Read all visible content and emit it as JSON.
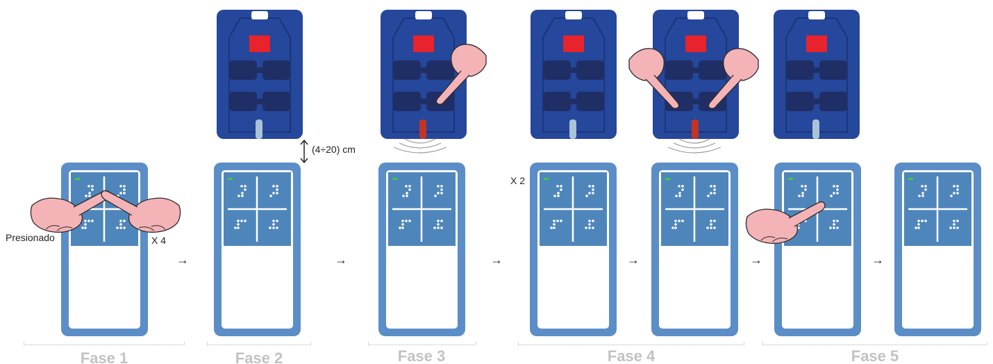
{
  "phases": [
    {
      "label": "Fase 1"
    },
    {
      "label": "Fase 2"
    },
    {
      "label": "Fase 3"
    },
    {
      "label": "Fase 4"
    },
    {
      "label": "Fase 5"
    }
  ],
  "annotations": {
    "pressed": "Presionado",
    "times_four": "X 4",
    "times_two": "X 2",
    "distance": "(4÷20) cm"
  },
  "colors": {
    "card_frame": "#5b8ec7",
    "card_panel": "#4e86bc",
    "reader_body": "#25479c",
    "reader_button": "#1f2f66",
    "reader_indicator": "#e8232b",
    "hand": "#f4b3b6",
    "led_green": "#3ecb3e",
    "led_active": "#c23426",
    "led_idle": "#a9c3d9",
    "phase_label": "#c2c2c2"
  }
}
